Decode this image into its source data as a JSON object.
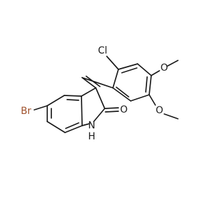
{
  "molecule": {
    "atoms": {
      "bromine": {
        "label": "Br",
        "color": "#a0522d"
      },
      "chlorine": {
        "label": "Cl",
        "color": "#1a1a1a"
      },
      "carbonyl_oxygen": {
        "label": "O",
        "color": "#1a1a1a"
      },
      "nitrogen": {
        "label": "N",
        "color": "#1a1a1a"
      },
      "nitrogen_hydrogen": {
        "label": "H",
        "color": "#1a1a1a"
      },
      "methoxy_oxygen_top": {
        "label": "O",
        "color": "#1a1a1a"
      },
      "methoxy_oxygen_bottom": {
        "label": "O",
        "color": "#1a1a1a"
      }
    },
    "bond_color": "#1a1a1a",
    "background": "#ffffff"
  }
}
